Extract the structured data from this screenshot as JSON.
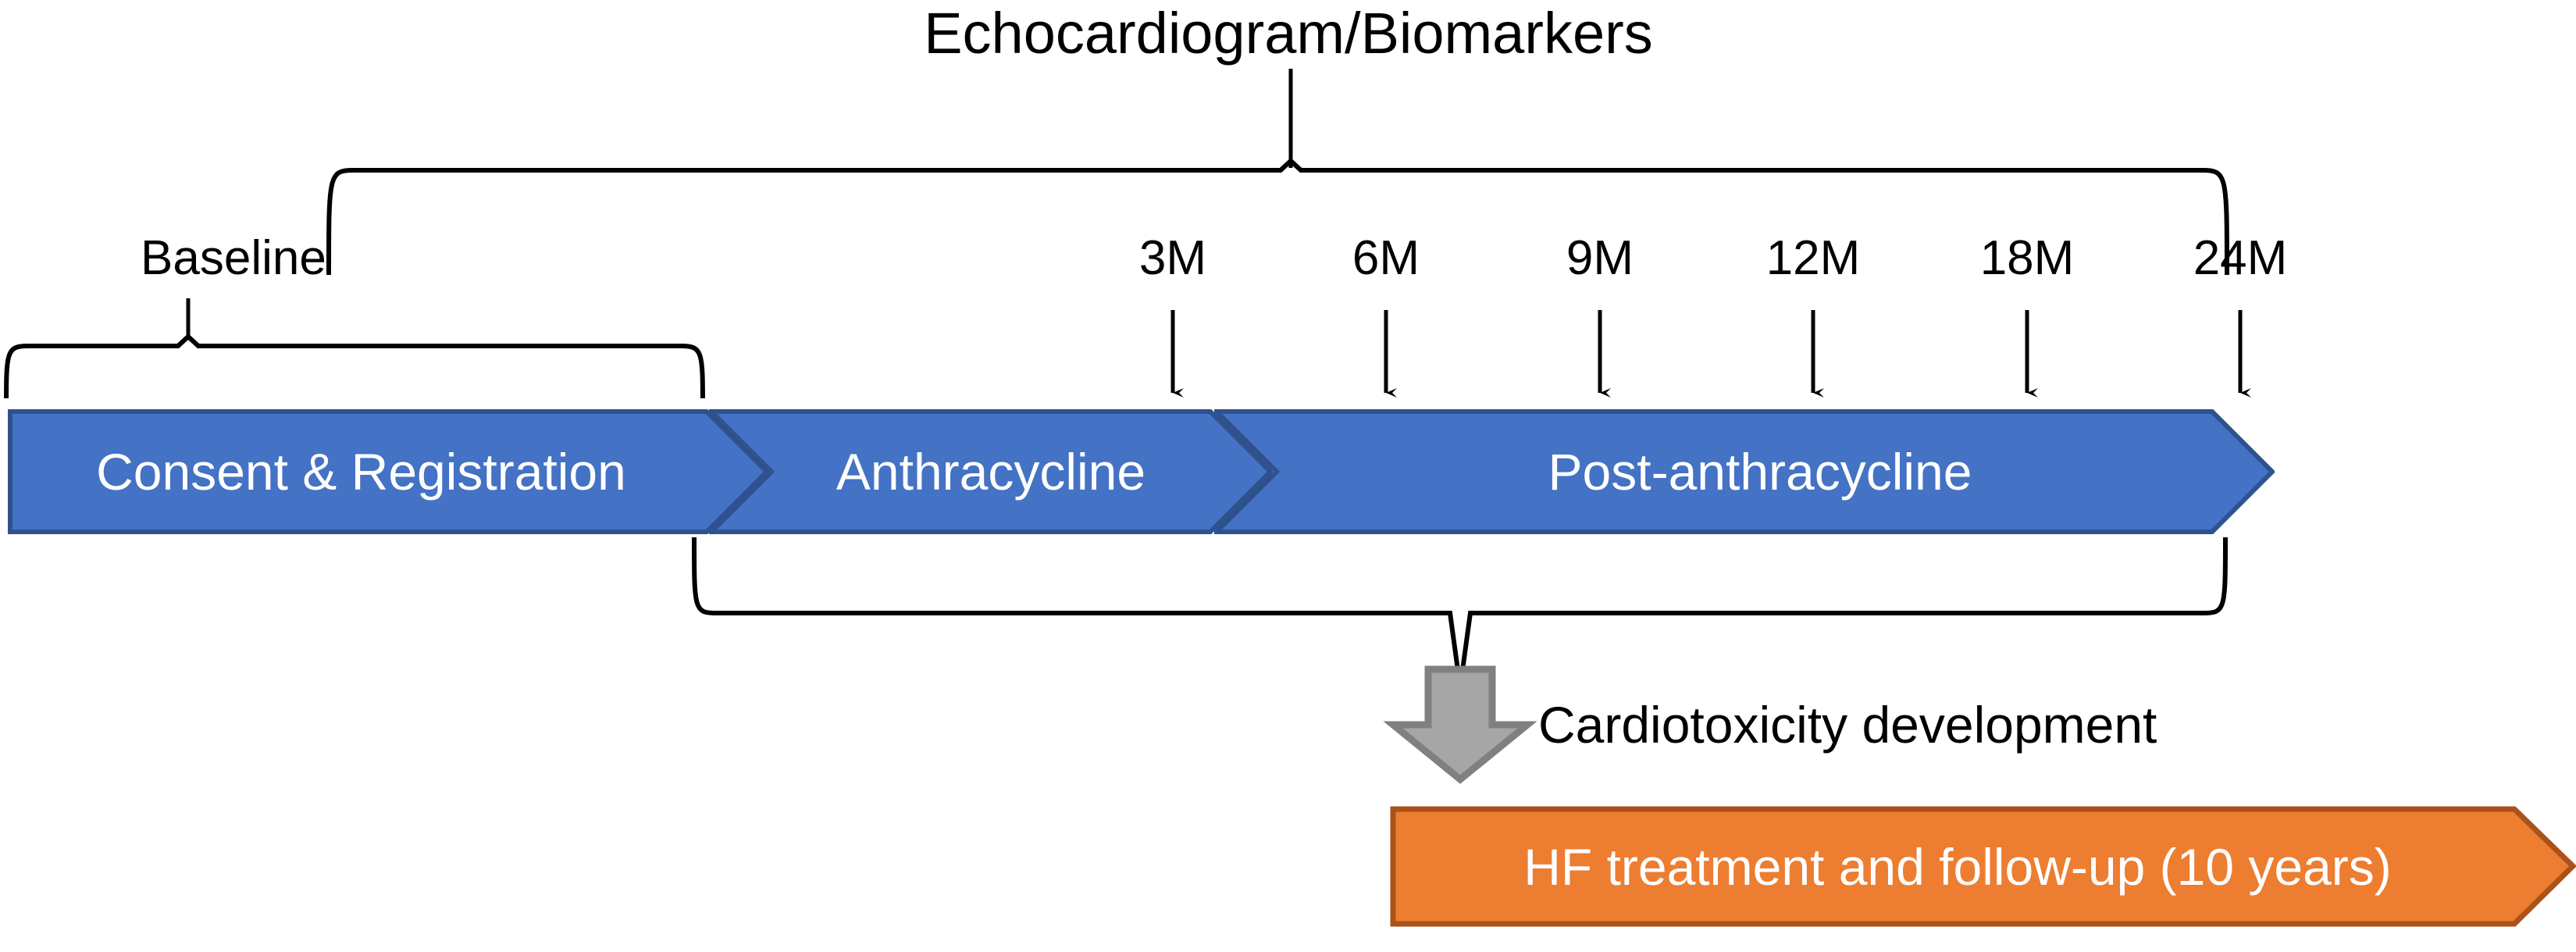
{
  "diagram": {
    "title": "Echocardiogram/Biomarkers",
    "baseline_label": "Baseline",
    "timepoints": [
      {
        "label": "3M"
      },
      {
        "label": "6M"
      },
      {
        "label": "9M"
      },
      {
        "label": "12M"
      },
      {
        "label": "18M"
      },
      {
        "label": "24M"
      }
    ],
    "phases": [
      {
        "label": "Consent & Registration"
      },
      {
        "label": "Anthracycline"
      },
      {
        "label": "Post-anthracycline"
      }
    ],
    "cardiotoxicity_label": "Cardiotoxicity development",
    "followup_label": "HF treatment and follow-up (10 years)",
    "colors": {
      "phase_fill": "#4472C4",
      "phase_stroke": "#2F528F",
      "followup_fill": "#ED7D31",
      "followup_stroke": "#A9521A",
      "arrow_gray_fill": "#A6A6A6",
      "arrow_gray_stroke": "#808080",
      "line": "#000000"
    }
  }
}
